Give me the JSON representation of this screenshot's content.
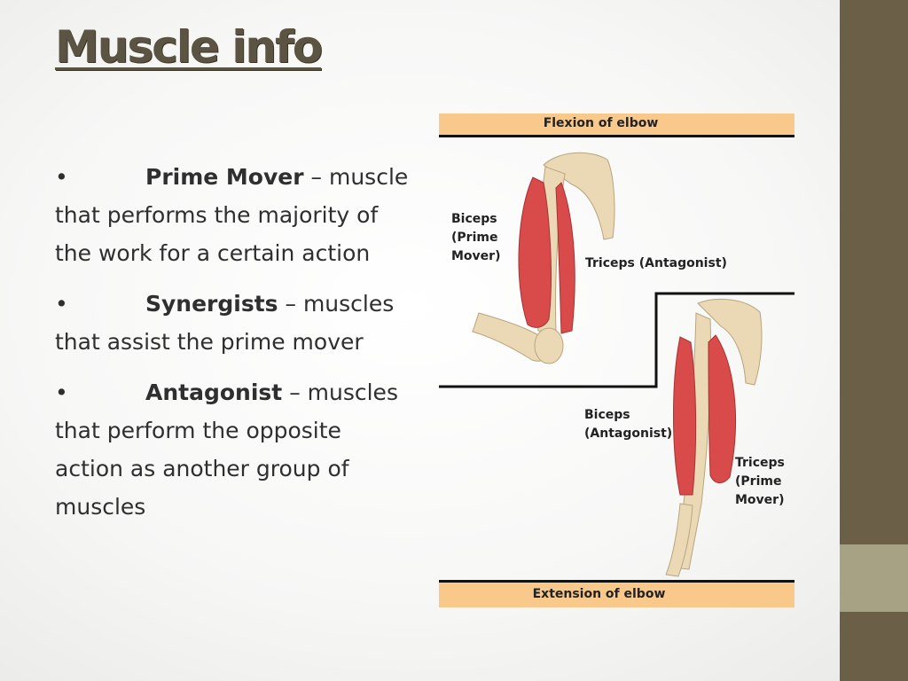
{
  "title": "Muscle info",
  "bullets": [
    {
      "dot": "•",
      "term": "Prime Mover",
      "rest": " – muscle that performs the majority of the work for a certain action"
    },
    {
      "dot": "•",
      "term": "Synergists",
      "rest": " – muscles that assist the prime mover"
    },
    {
      "dot": "•",
      "term": "Antagonist",
      "rest": " – muscles that perform the opposite action as another group of muscles"
    }
  ],
  "figure": {
    "top_band": "Flexion of elbow",
    "bottom_band": "Extension of elbow",
    "flexion_labels": {
      "biceps": "Biceps",
      "biceps_role": "(Prime",
      "biceps_role2": "Mover)",
      "triceps": "Triceps (Antagonist)"
    },
    "extension_labels": {
      "biceps": "Biceps",
      "biceps_role": "(Antagonist)",
      "triceps": "Triceps",
      "triceps_role": "(Prime",
      "triceps_role2": "Mover)"
    }
  },
  "colors": {
    "sidebar": "#6b5f48",
    "sidebar_accent": "#a8a285",
    "title": "#5c5443",
    "band": "#f8c98a",
    "muscle": "#d94b4b",
    "bone": "#ead9b4"
  }
}
